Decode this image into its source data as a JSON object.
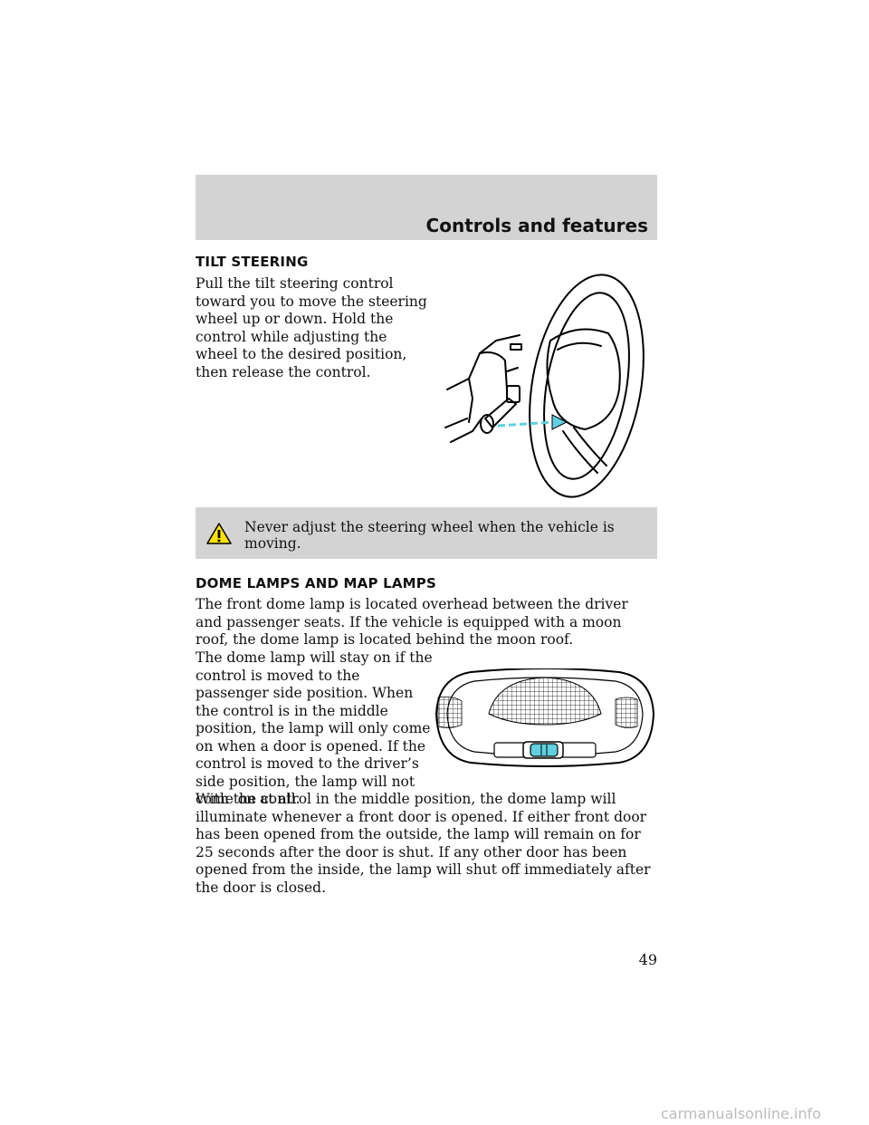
{
  "header": {
    "title": "Controls and features"
  },
  "tilt_steering": {
    "heading": "TILT STEERING",
    "body": "Pull the tilt steering control toward you to move the steering wheel up or down. Hold the control while adjusting the wheel to the desired position, then release the control."
  },
  "warning": {
    "icon": "warning-triangle-icon",
    "text": "Never adjust the steering wheel when the vehicle is moving."
  },
  "dome_lamps": {
    "heading": "DOME LAMPS AND MAP LAMPS",
    "para1": "The front dome lamp is located overhead between the driver and passenger seats. If the vehicle is equipped with a moon roof, the dome lamp is located behind the moon roof.",
    "para2": "The dome lamp will stay on if the control is moved to the passenger side position. When the control is in the middle position, the lamp will only come on when a door is opened. If the control is moved to the driver’s side position, the lamp will not come on at all.",
    "para3": "With the control in the middle position, the dome lamp will illuminate whenever a front door is opened. If either front door has been opened from the outside, the lamp will remain on for 25 seconds after the door is shut. If any other door has been opened from the inside, the lamp will shut off immediately after the door is closed."
  },
  "page_number": "49",
  "watermark": "carmanualsonline.info",
  "colors": {
    "band_gray": "#d3d3d3",
    "accent_cyan": "#5fd0e0",
    "warning_yellow": "#ffe200"
  }
}
